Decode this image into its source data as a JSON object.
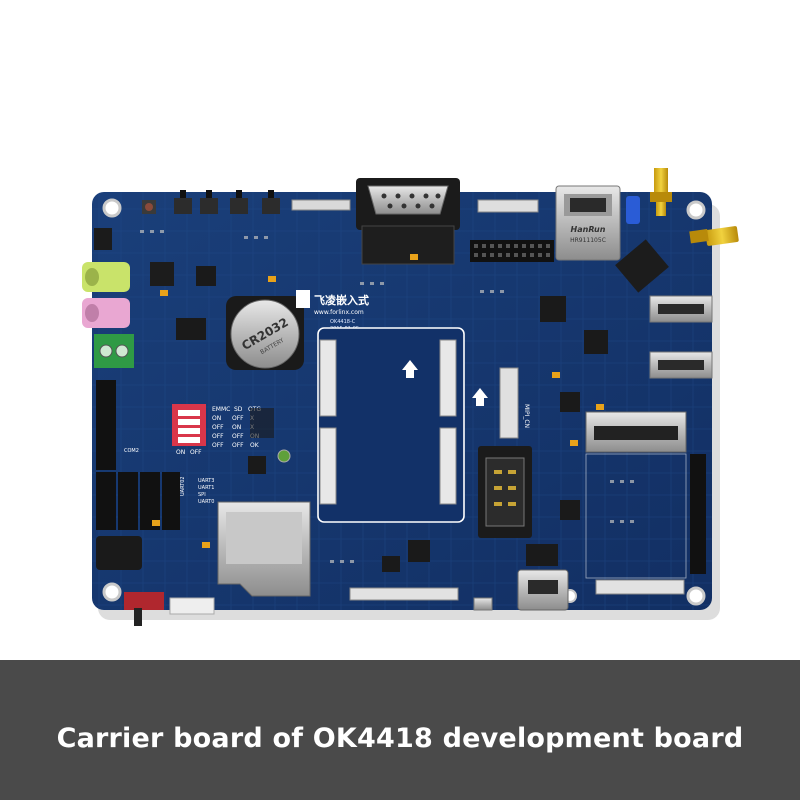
{
  "caption": "Carrier board of OK4418 development board",
  "board": {
    "logo_text": "飞凌嵌入式",
    "website": "www.forlinx.com",
    "model_label": "OK4418-C",
    "date_label": "2015-01-05",
    "battery_label": "CR2032",
    "battery_sub": "BATTERY",
    "rj45_brand": "HanRun",
    "rj45_model": "HR911105C",
    "dip_columns": [
      "EMMC",
      "SD",
      "OTG"
    ],
    "dip_rows": [
      [
        "ON",
        "OFF",
        "X"
      ],
      [
        "OFF",
        "ON",
        "X"
      ],
      [
        "OFF",
        "OFF",
        "ON"
      ],
      [
        "OFF",
        "OFF",
        "OK"
      ]
    ],
    "dip_footer": [
      "ON",
      "OFF"
    ],
    "uart_labels": [
      "UART3",
      "UART1",
      "SPI",
      "UART0"
    ],
    "uart_tag": "UART02",
    "mipi_label": "MIPI_CN",
    "com_label": "COM2"
  },
  "colors": {
    "pcb": "#16386f",
    "pcb_dark": "#0e2a57",
    "caption_bg": "#4a4a4a",
    "audio_green": "#c9e36a",
    "audio_pink": "#e9a7d2",
    "terminal_green": "#2f9a45",
    "antenna_gold": "#e6c21a"
  }
}
